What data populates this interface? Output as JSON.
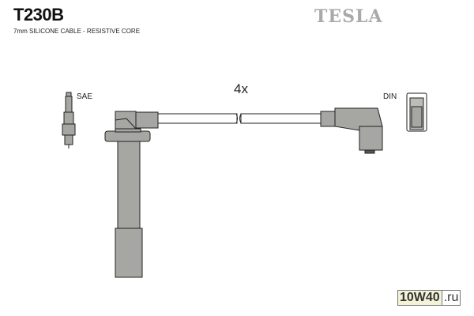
{
  "header": {
    "part_number": "T230B",
    "description": "7mm SILICONE CABLE - RESISTIVE CORE",
    "brand_logo": "TESLA"
  },
  "diagram": {
    "quantity_label": "4x",
    "left_end_label": "SAE",
    "right_end_label": "DIN"
  },
  "watermark": {
    "main": "10W40",
    "suffix": ".ru"
  },
  "colors": {
    "component_fill": "#a6a6a2",
    "outline": "#222222",
    "brand": "#a9aaa8"
  }
}
